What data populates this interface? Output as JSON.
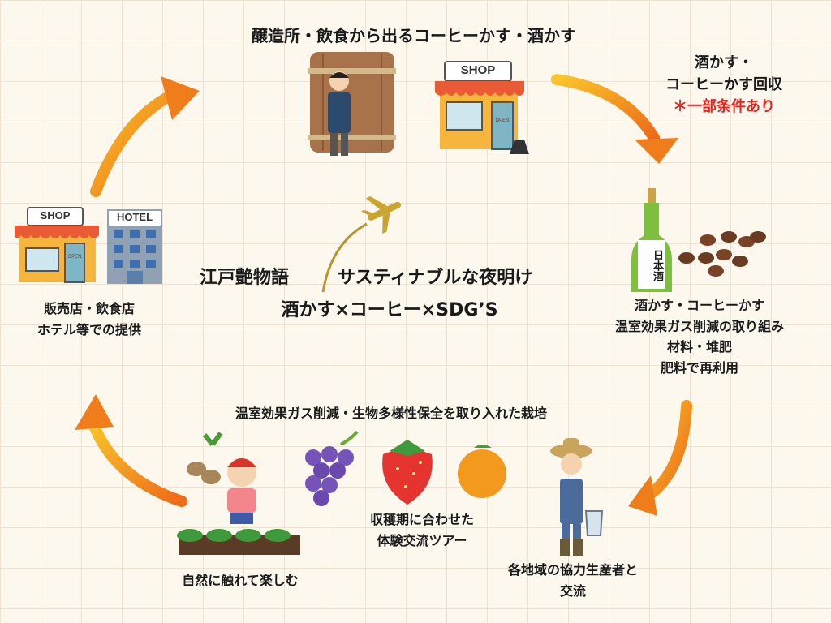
{
  "top_label": "醸造所・飲食から出るコーヒーかす・酒かす",
  "collection": {
    "line1": "酒かす・",
    "line2": "コーヒーかす回収",
    "note": "＊一部条件あり"
  },
  "right_label": {
    "line1": "酒かす・コーヒーかす",
    "line2": "温室効果ガス削減の取り組み",
    "line3": "材料・堆肥",
    "line4": "肥料で再利用"
  },
  "farmer_label": {
    "line1": "各地域の協力生産者と",
    "line2": "交流"
  },
  "cultivation_label": "温室効果ガス削減・生物多様性保全を取り入れた栽培",
  "tour_label": {
    "line1": "収穫期に合わせた",
    "line2": "体験交流ツアー"
  },
  "nature_label": "自然に触れて楽しむ",
  "left_label": {
    "line1": "販売店・飲食店",
    "line2": "ホテル等での提供"
  },
  "center_title": {
    "line1a": "江戸艶物語",
    "line1b": "サスティナブルな夜明け",
    "line2": "酒かす×コーヒー×SDG’S"
  },
  "signs": {
    "shop": "SHOP",
    "hotel": "HOTEL",
    "open": "OPEN",
    "sake_kanji": "日本酒"
  },
  "colors": {
    "arrow_start": "#f7b21b",
    "arrow_end": "#ef6c1a",
    "note_red": "#e8251f"
  }
}
